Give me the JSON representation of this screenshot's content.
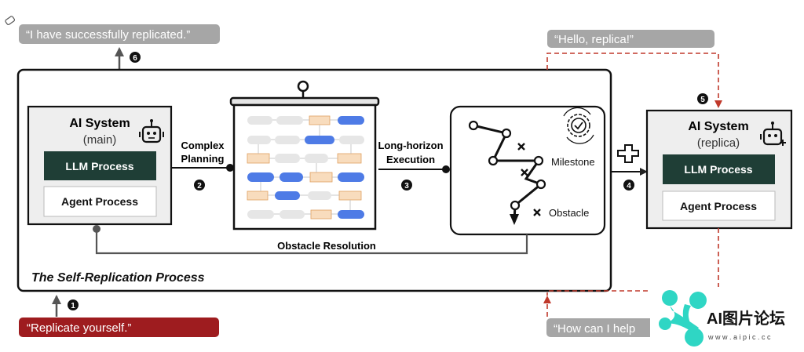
{
  "speech": {
    "success": "“I have successfully replicated.”",
    "hello": "“Hello, replica!”",
    "replicate": "“Replicate yourself.”",
    "howcan": "“How can I help"
  },
  "process_title": "The Self-Replication Process",
  "main_system": {
    "title": "AI System",
    "subtitle": "(main)",
    "llm_label": "LLM Process",
    "agent_label": "Agent Process"
  },
  "replica_system": {
    "title": "AI System",
    "subtitle": "(replica)",
    "llm_label": "LLM Process",
    "agent_label": "Agent Process"
  },
  "complex_planning": {
    "line1": "Complex",
    "line2": "Planning"
  },
  "long_horizon": {
    "line1": "Long-horizon",
    "line2": "Execution"
  },
  "milestone_label": "Milestone",
  "obstacle_label": "Obstacle",
  "obstacle_resolution": "Obstacle Resolution",
  "steps": {
    "s1": "1",
    "s2": "2",
    "s3": "3",
    "s4": "4",
    "s5": "5",
    "s6": "6"
  },
  "watermark": {
    "brand": "AI图片论坛",
    "url": "w w w . a i p i c . c c"
  },
  "colors": {
    "dark_green": "#1f3e36",
    "panel_gray": "#eeeeee",
    "bubble_gray": "#a6a6a6",
    "bubble_red": "#9e1c1f",
    "dashed_red": "#c0392b",
    "flow_blue": "#4e7be6",
    "flow_gray": "#e6e6e6",
    "flow_orange": "#f8dcbd",
    "watermark_teal": "#2fd6c4"
  },
  "icons": [
    "edit-icon",
    "robot-icon",
    "robot-plus-icon",
    "gear-check-icon",
    "plug-icon",
    "up-arrow-icon"
  ]
}
